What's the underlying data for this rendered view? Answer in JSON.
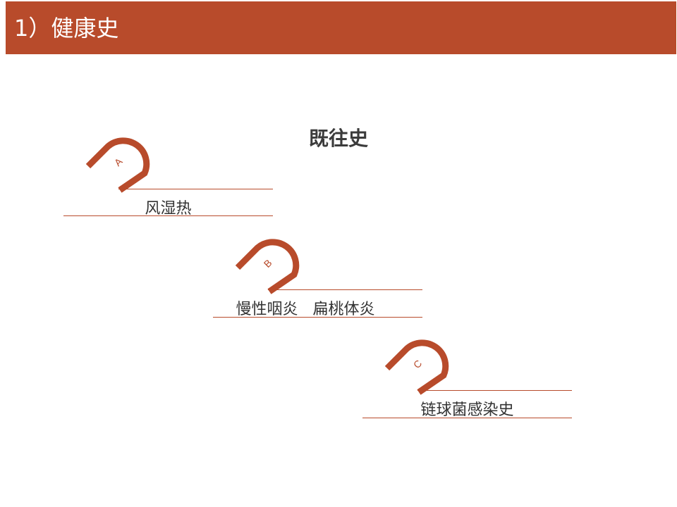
{
  "header": {
    "title": "1）健康史"
  },
  "section": {
    "title": "既往史"
  },
  "items": [
    {
      "letter": "A",
      "label": "风湿热"
    },
    {
      "letter": "B",
      "label": "慢性咽炎   扁桃体炎"
    },
    {
      "letter": "C",
      "label": "链球菌感染史"
    }
  ],
  "colors": {
    "accent": "#b84b2b",
    "text": "#333333",
    "header_text": "#ffffff"
  }
}
